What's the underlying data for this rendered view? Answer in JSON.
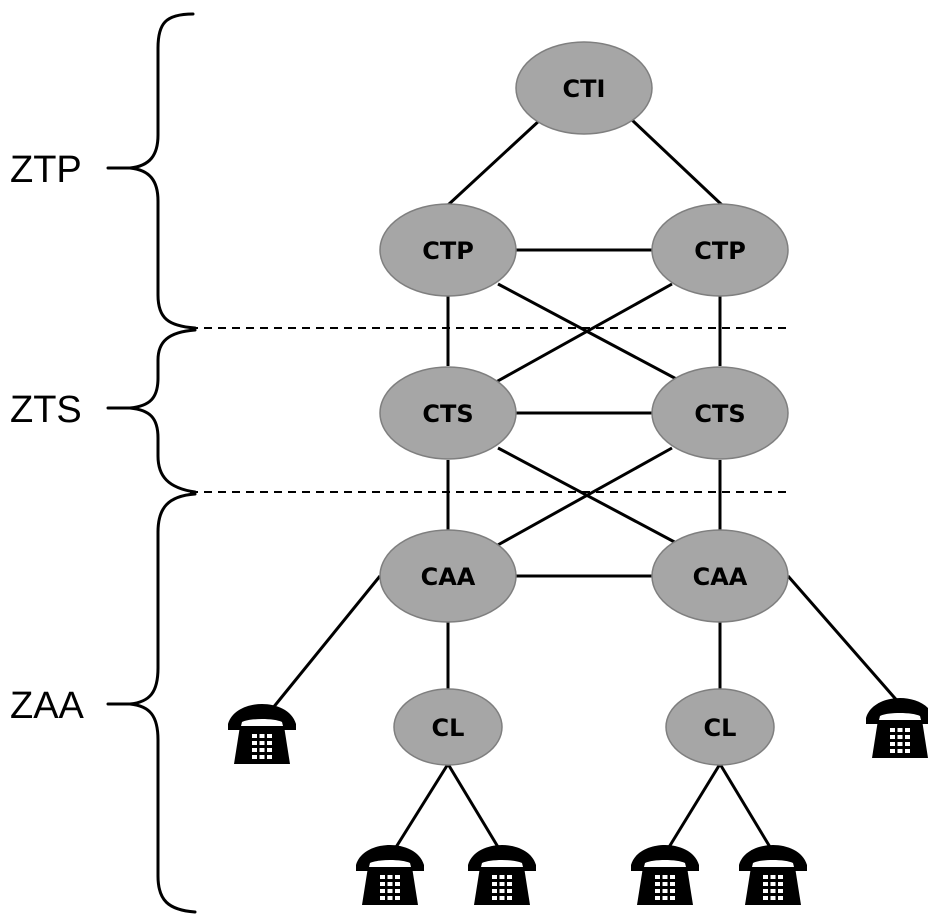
{
  "zones": [
    {
      "id": "ztp",
      "label": "ZTP"
    },
    {
      "id": "zts",
      "label": "ZTS"
    },
    {
      "id": "zaa",
      "label": "ZAA"
    }
  ],
  "nodes": {
    "cti": "CTI",
    "ctp_left": "CTP",
    "ctp_right": "CTP",
    "cts_left": "CTS",
    "cts_right": "CTS",
    "caa_left": "CAA",
    "caa_right": "CAA",
    "cl_left": "CL",
    "cl_right": "CL"
  },
  "edges": [
    [
      "cti",
      "ctp_left"
    ],
    [
      "cti",
      "ctp_right"
    ],
    [
      "ctp_left",
      "ctp_right"
    ],
    [
      "ctp_left",
      "cts_left"
    ],
    [
      "ctp_left",
      "cts_right"
    ],
    [
      "ctp_right",
      "cts_right"
    ],
    [
      "ctp_right",
      "cts_left"
    ],
    [
      "cts_left",
      "cts_right"
    ],
    [
      "cts_left",
      "caa_left"
    ],
    [
      "cts_left",
      "caa_right"
    ],
    [
      "cts_right",
      "caa_right"
    ],
    [
      "cts_right",
      "caa_left"
    ],
    [
      "caa_left",
      "caa_right"
    ],
    [
      "caa_left",
      "cl_left"
    ],
    [
      "caa_right",
      "cl_right"
    ],
    [
      "caa_left",
      "phone_far_left"
    ],
    [
      "caa_right",
      "phone_far_right"
    ],
    [
      "cl_left",
      "phone_cl_left_a"
    ],
    [
      "cl_left",
      "phone_cl_left_b"
    ],
    [
      "cl_right",
      "phone_cl_right_a"
    ],
    [
      "cl_right",
      "phone_cl_right_b"
    ]
  ],
  "phones": [
    "phone_far_left",
    "phone_far_right",
    "phone_cl_left_a",
    "phone_cl_left_b",
    "phone_cl_right_a",
    "phone_cl_right_b"
  ],
  "icons": {
    "phone": "telephone-icon"
  },
  "colors": {
    "node_fill": "#a6a6a6",
    "node_stroke": "#7f7f7f",
    "line": "#000000",
    "background": "#ffffff"
  }
}
